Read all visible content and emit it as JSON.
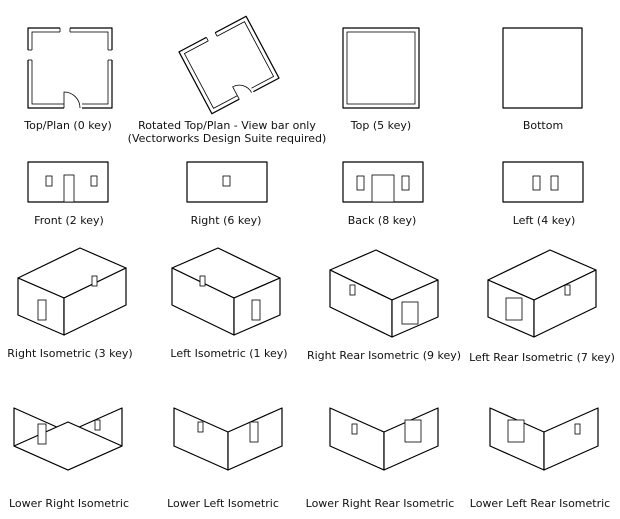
{
  "views": [
    {
      "id": "top-plan",
      "label": "Top/Plan (0 key)"
    },
    {
      "id": "rotated-top-plan",
      "label": "Rotated Top/Plan - View bar only",
      "label2": "(Vectorworks Design Suite required)"
    },
    {
      "id": "top",
      "label": "Top (5 key)"
    },
    {
      "id": "bottom",
      "label": "Bottom"
    },
    {
      "id": "front",
      "label": "Front (2 key)"
    },
    {
      "id": "right",
      "label": "Right (6 key)"
    },
    {
      "id": "back",
      "label": "Back (8 key)"
    },
    {
      "id": "left",
      "label": "Left (4 key)"
    },
    {
      "id": "right-isometric",
      "label": "Right Isometric (3 key)"
    },
    {
      "id": "left-isometric",
      "label": "Left Isometric (1 key)"
    },
    {
      "id": "right-rear-isometric",
      "label": "Right Rear Isometric (9 key)"
    },
    {
      "id": "left-rear-isometric",
      "label": "Left Rear Isometric (7 key)"
    },
    {
      "id": "lower-right-isometric",
      "label": "Lower Right Isometric"
    },
    {
      "id": "lower-left-isometric",
      "label": "Lower Left Isometric"
    },
    {
      "id": "lower-right-rear-isometric",
      "label": "Lower Right Rear Isometric"
    },
    {
      "id": "lower-left-rear-isometric",
      "label": "Lower Left Rear Isometric"
    }
  ]
}
